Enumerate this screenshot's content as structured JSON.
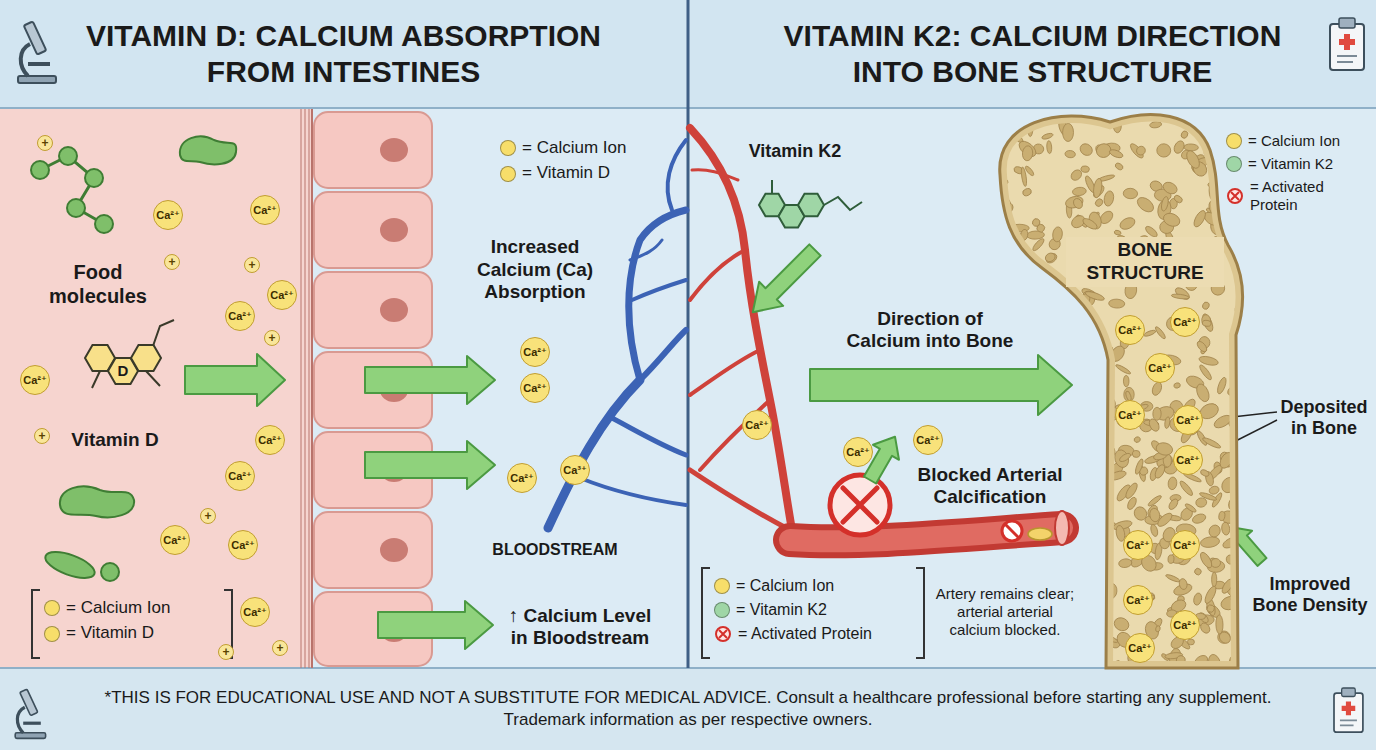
{
  "diagram": {
    "caption": "*THIS IS FOR EDUCATIONAL USE AND NOT A SUBSTITUTE FOR MEDICAL ADVICE. Consult a healthcare professional before starting any supplement. Trademark information as per respective owners.",
    "nodes": [
      {
        "text": [
          "VITAMIN D: CALCIUM ABSORPTION FROM INTESTINES"
        ]
      },
      {
        "text": [
          "VITAMIN K2: CALCIUM DIRECTION INTO BONE STRUCTURE"
        ]
      },
      {
        "text": [
          "Ca²⁺"
        ]
      },
      {
        "text": [
          "Ca²⁺"
        ]
      },
      {
        "text": [
          "+"
        ]
      },
      {
        "text": [
          "+"
        ]
      },
      {
        "text": [
          "+"
        ]
      },
      {
        "text": [
          "Ca²⁺"
        ]
      },
      {
        "text": [
          "Ca²⁺"
        ]
      },
      {
        "text": [
          "+"
        ]
      },
      {
        "text": [
          "Ca²⁺"
        ]
      },
      {
        "text": [
          "+"
        ]
      },
      {
        "text": [
          "Ca²⁺"
        ]
      },
      {
        "text": [
          "Ca²⁺"
        ]
      },
      {
        "text": [
          "+"
        ]
      },
      {
        "text": [
          "Ca²⁺"
        ]
      },
      {
        "text": [
          "Ca²⁺"
        ]
      },
      {
        "text": [
          "Ca²⁺"
        ]
      },
      {
        "text": [
          "+"
        ]
      },
      {
        "text": [
          "+"
        ]
      },
      {
        "text": [
          "Ca²⁺"
        ]
      },
      {
        "text": [
          "Ca²⁺"
        ]
      },
      {
        "text": [
          "Ca²⁺"
        ]
      },
      {
        "text": [
          "Ca³⁺"
        ]
      },
      {
        "text": [
          "Ca²⁺"
        ]
      },
      {
        "text": [
          "Ca²⁺"
        ]
      },
      {
        "text": [
          "Ca²⁺"
        ]
      },
      {
        "text": [
          "BONE STRUCTURE"
        ]
      },
      {
        "text": [
          "Ca²⁺"
        ],
        "in": 27
      },
      {
        "text": [
          "Ca²⁺"
        ],
        "in": 27
      },
      {
        "text": [
          "Ca²⁺"
        ],
        "in": 27
      },
      {
        "text": [
          "Ca²⁺"
        ],
        "in": 27
      },
      {
        "text": [
          "Ca²⁺"
        ],
        "in": 27
      },
      {
        "text": [
          "Ca²⁺"
        ],
        "in": 27
      },
      {
        "text": [
          "Ca²⁺"
        ],
        "in": 27
      },
      {
        "text": [
          "Ca²⁺"
        ],
        "in": 27
      },
      {
        "text": [
          "Ca²⁺"
        ],
        "in": 27
      },
      {
        "text": [
          "Ca²⁺"
        ],
        "in": 27
      },
      {
        "text": [
          "Ca²⁺"
        ],
        "in": 27
      }
    ],
    "labels": [
      "Food molecules",
      "D",
      "Vitamin D",
      "Increased Calcium (Ca) Absorption",
      "BLOODSTREAM",
      "↑ Calcium Level in Bloodstream",
      "Vitamin K2",
      "Direction of Calcium into Bone",
      "Blocked Arterial Calcification",
      "Artery remains clear; arterial arterial calcium blocked.",
      "Deposited in Bone",
      "Improved Bone Density"
    ],
    "legend": [
      {
        "text": "= Calcium Ion",
        "color": "#f7de6a"
      },
      {
        "text": "= Vitamin D",
        "color": "#f7de6a"
      },
      {
        "text": "= Calcium Ion",
        "color": "#f7de6a"
      },
      {
        "text": "= Vitamin D",
        "color": "#f7de6a"
      },
      {
        "text": "= Calcium Ion",
        "color": "#f7de6a"
      },
      {
        "text": "= Vitamin K2",
        "color": "#9fd6a6"
      },
      {
        "text": "= Activated Protein"
      },
      {
        "text": "= Calcium Ion",
        "color": "#f7de6a"
      },
      {
        "text": "= Vitamin K2",
        "color": "#9fd6a6"
      },
      {
        "text": "= Activated Protein"
      }
    ]
  }
}
